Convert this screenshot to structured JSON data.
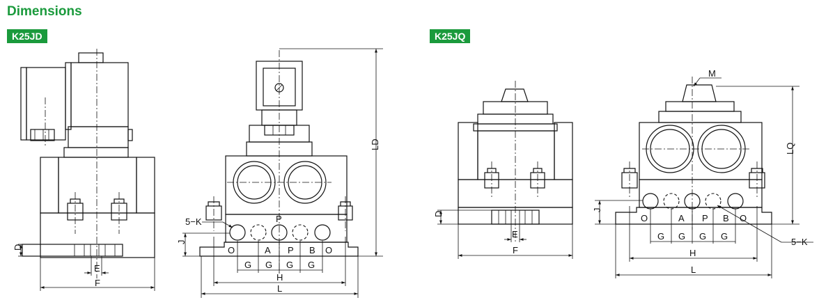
{
  "page": {
    "title": "Dimensions"
  },
  "models": {
    "left": "K25JD",
    "right": "K25JQ"
  },
  "labels": {
    "D": "D",
    "E": "E",
    "F": "F",
    "J": "J",
    "G": "G",
    "H": "H",
    "L": "L",
    "LD": "LD",
    "LQ": "LQ",
    "M": "M",
    "K": "5−K",
    "O": "O",
    "A": "A",
    "P": "P",
    "B": "B"
  },
  "colors": {
    "accent": "#1a9a3c",
    "line": "#111111"
  }
}
